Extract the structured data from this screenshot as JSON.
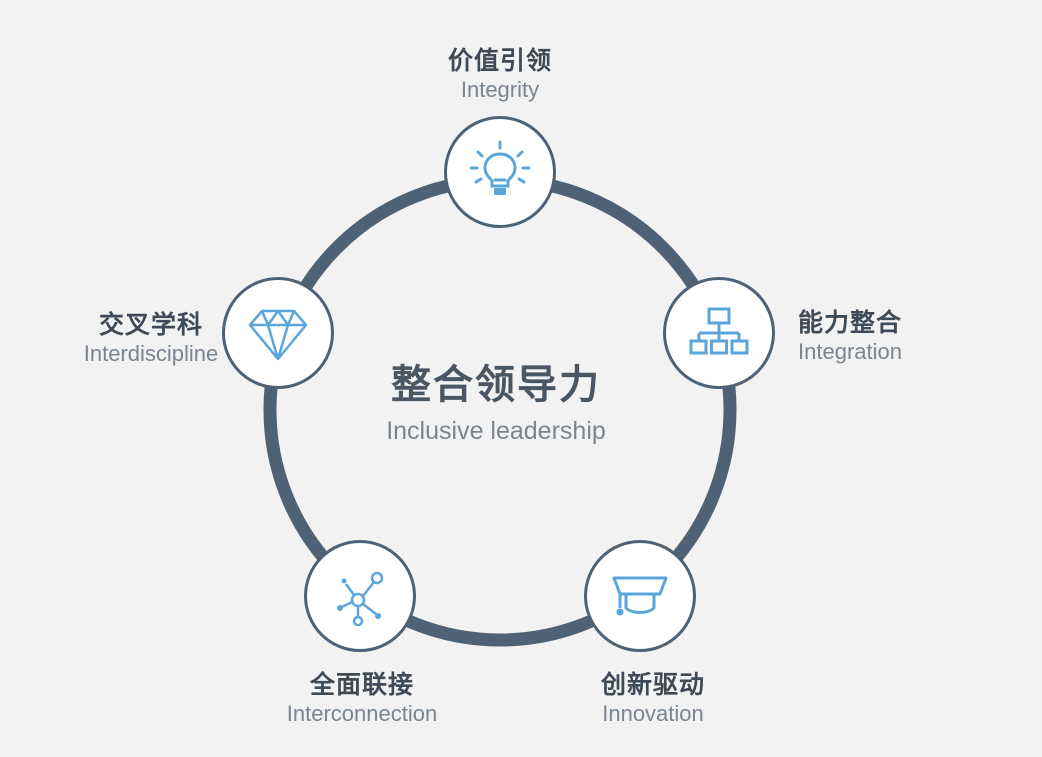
{
  "center": {
    "title_zh": "整合领导力",
    "title_en": "Inclusive leadership"
  },
  "nodes": [
    {
      "zh": "价值引领",
      "en": "Integrity",
      "icon": "lightbulb-icon"
    },
    {
      "zh": "能力整合",
      "en": "Integration",
      "icon": "org-chart-icon"
    },
    {
      "zh": "创新驱动",
      "en": "Innovation",
      "icon": "graduation-cap-icon"
    },
    {
      "zh": "全面联接",
      "en": "Interconnection",
      "icon": "network-icon"
    },
    {
      "zh": "交叉学科",
      "en": "Interdiscipline",
      "icon": "diamond-icon"
    }
  ],
  "colors": {
    "background": "#f2f2f2",
    "ring": "#4f6275",
    "icon": "#5aa5dc",
    "title_text": "#3f4a56",
    "subtitle_text": "#7b8590"
  }
}
